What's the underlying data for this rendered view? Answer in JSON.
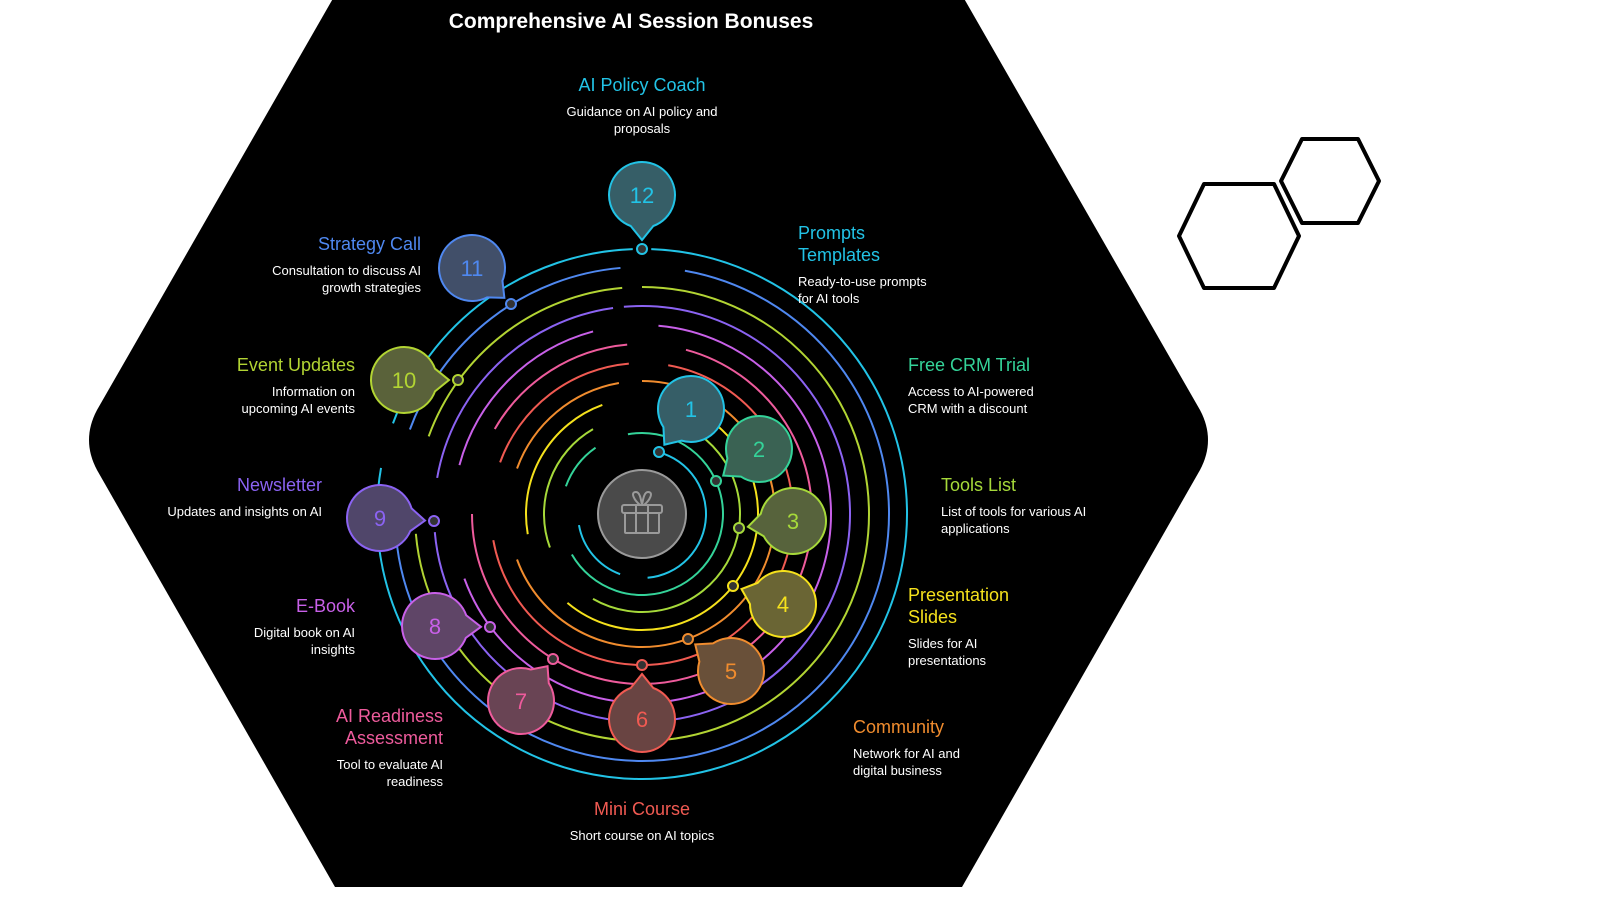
{
  "title": "Comprehensive AI Session Bonuses",
  "center_icon": "gift-icon",
  "items": [
    {
      "num": "1",
      "title": "Prompts Templates",
      "desc": "Ready-to-use prompts for AI tools",
      "color": "#22c3e6"
    },
    {
      "num": "2",
      "title": "Free CRM Trial",
      "desc": "Access to AI-powered CRM with a discount",
      "color": "#34d399"
    },
    {
      "num": "3",
      "title": "Tools List",
      "desc": "List of tools for various AI applications",
      "color": "#a6d93a"
    },
    {
      "num": "4",
      "title": "Presentation Slides",
      "desc": "Slides for AI presentations",
      "color": "#f5e11c"
    },
    {
      "num": "5",
      "title": "Community",
      "desc": "Network for AI and digital business",
      "color": "#f08c2e"
    },
    {
      "num": "6",
      "title": "Mini Course",
      "desc": "Short course on AI topics",
      "color": "#f05a52"
    },
    {
      "num": "7",
      "title": "AI Readiness Assessment",
      "desc": "Tool to evaluate AI readiness",
      "color": "#ee5b9c"
    },
    {
      "num": "8",
      "title": "E-Book",
      "desc": "Digital book on AI insights",
      "color": "#c860e8"
    },
    {
      "num": "9",
      "title": "Newsletter",
      "desc": "Updates and insights on AI",
      "color": "#8b63f2"
    },
    {
      "num": "10",
      "title": "Event Updates",
      "desc": "Information on upcoming AI events",
      "color": "#b2d433"
    },
    {
      "num": "11",
      "title": "Strategy Call",
      "desc": "Consultation to discuss AI growth strategies",
      "color": "#4f88f0"
    },
    {
      "num": "12",
      "title": "AI Policy Coach",
      "desc": "Guidance on AI policy and proposals",
      "color": "#22c3e6"
    }
  ]
}
